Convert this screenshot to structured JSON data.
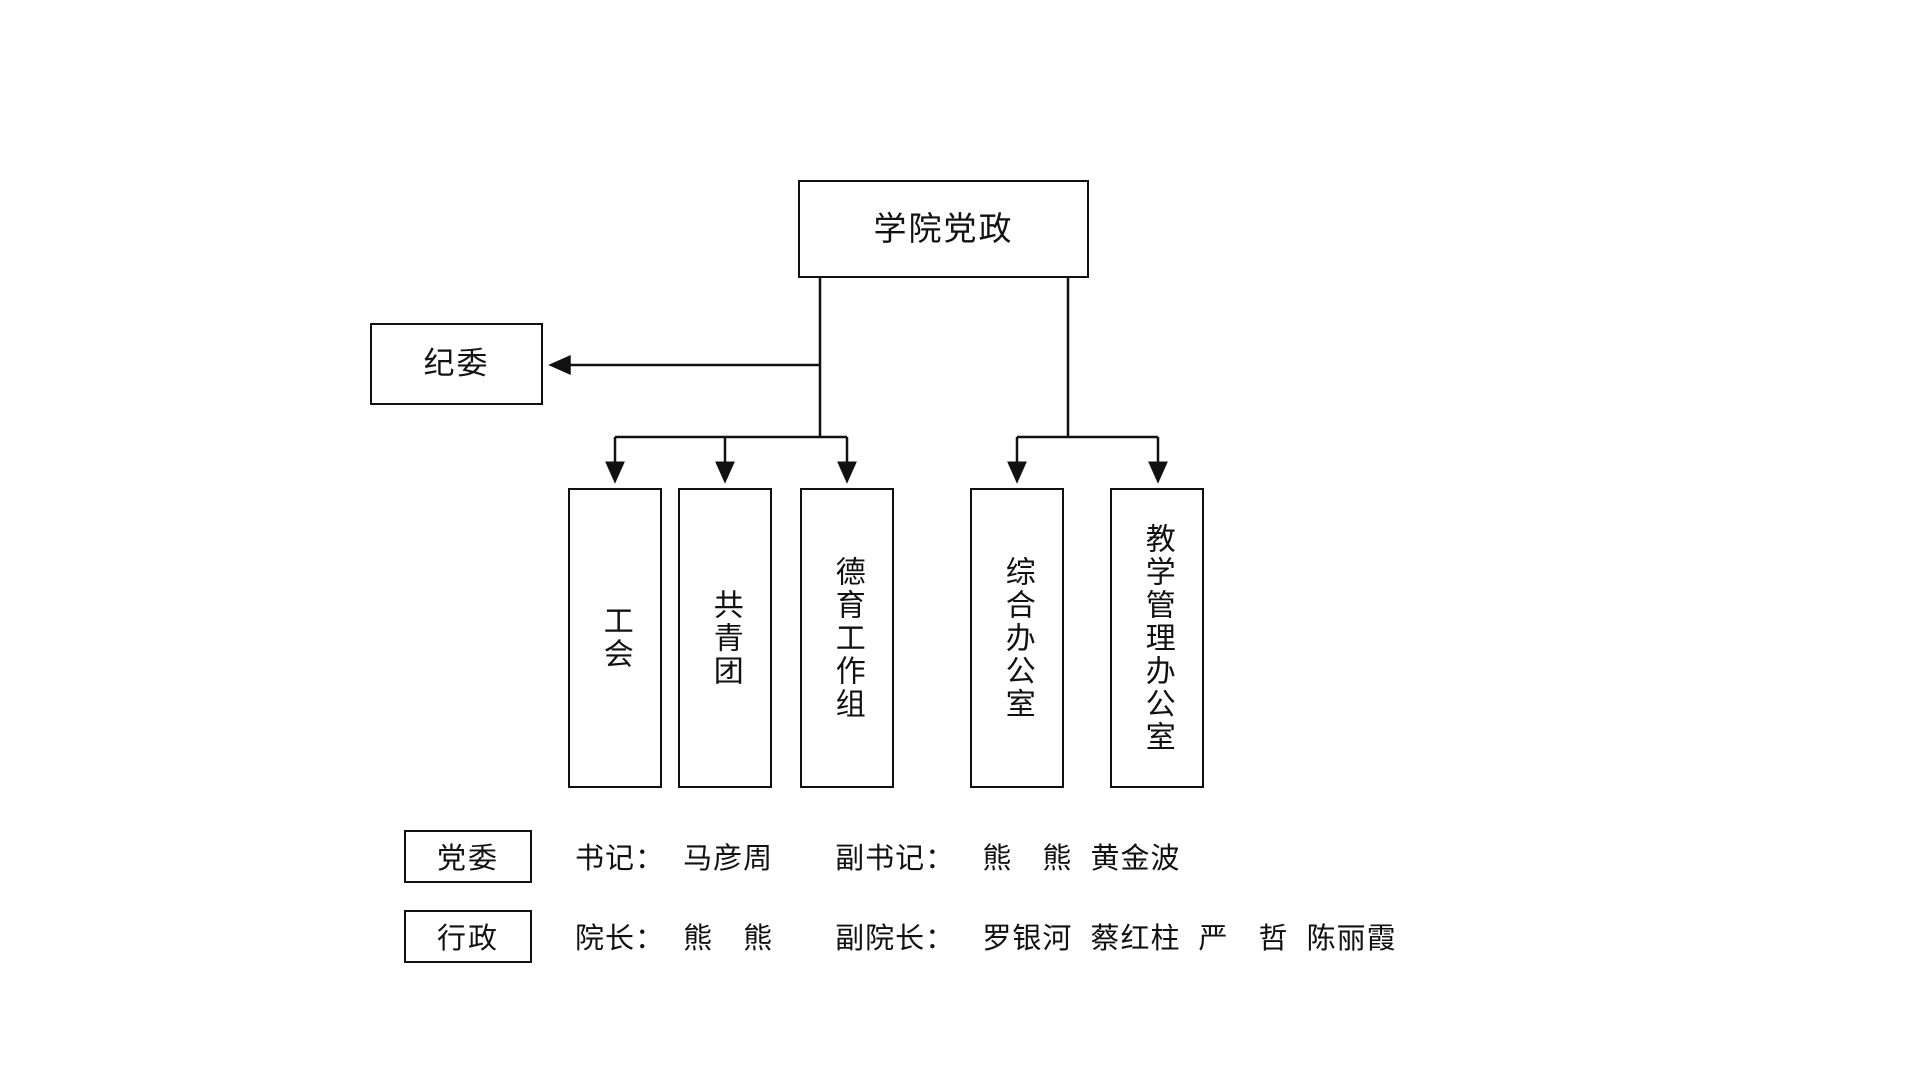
{
  "diagram": {
    "title_node": {
      "label": "学院党政"
    },
    "side_node": {
      "label": "纪委"
    },
    "departments": [
      {
        "label": "工会"
      },
      {
        "label": "共青团"
      },
      {
        "label": "德育工作组"
      },
      {
        "label": "综合办公室"
      },
      {
        "label": "教学管理办公室"
      }
    ],
    "connector_color": "#111111"
  },
  "roster": {
    "rows": [
      {
        "tag": "党委",
        "entries": [
          {
            "role": "书记：",
            "names": "  马彦周"
          },
          {
            "role": "副书记：",
            "names": "   熊　熊  黄金波"
          }
        ]
      },
      {
        "tag": "行政",
        "entries": [
          {
            "role": "院长：",
            "names": "  熊　熊"
          },
          {
            "role": "副院长：",
            "names": "   罗银河  蔡红柱  严　哲  陈丽霞"
          }
        ]
      }
    ]
  }
}
